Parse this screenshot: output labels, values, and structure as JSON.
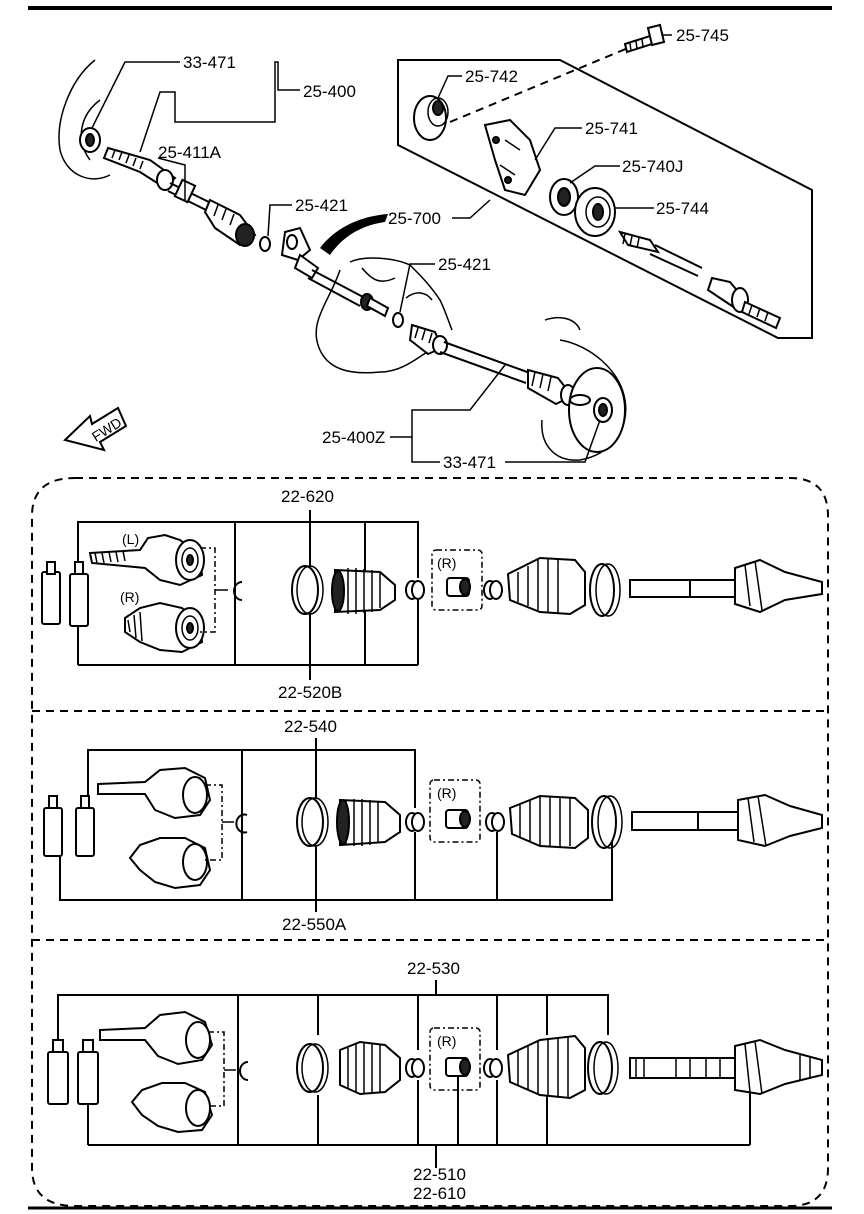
{
  "top": {
    "labels": {
      "p33_471_a": "33-471",
      "p25_400": "25-400",
      "p25_411a": "25-411A",
      "p25_421_a": "25-421",
      "p25_421_b": "25-421",
      "p25_700": "25-700",
      "p25_745": "25-745",
      "p25_742": "25-742",
      "p25_741": "25-741",
      "p25_740j": "25-740J",
      "p25_744": "25-744",
      "p25_400z": "25-400Z",
      "p33_471_b": "33-471"
    },
    "fwd": "FWD"
  },
  "panel1": {
    "top_label": "22-620",
    "bottom_label": "22-520B",
    "mark_l": "(L)",
    "mark_r": "(R)",
    "mark_r2": "(R)"
  },
  "panel2": {
    "top_label": "22-540",
    "bottom_label": "22-550A",
    "mark_r": "(R)"
  },
  "panel3": {
    "top_label": "22-530",
    "bottom_label_1": "22-510",
    "bottom_label_2": "22-610",
    "mark_r": "(R)"
  }
}
